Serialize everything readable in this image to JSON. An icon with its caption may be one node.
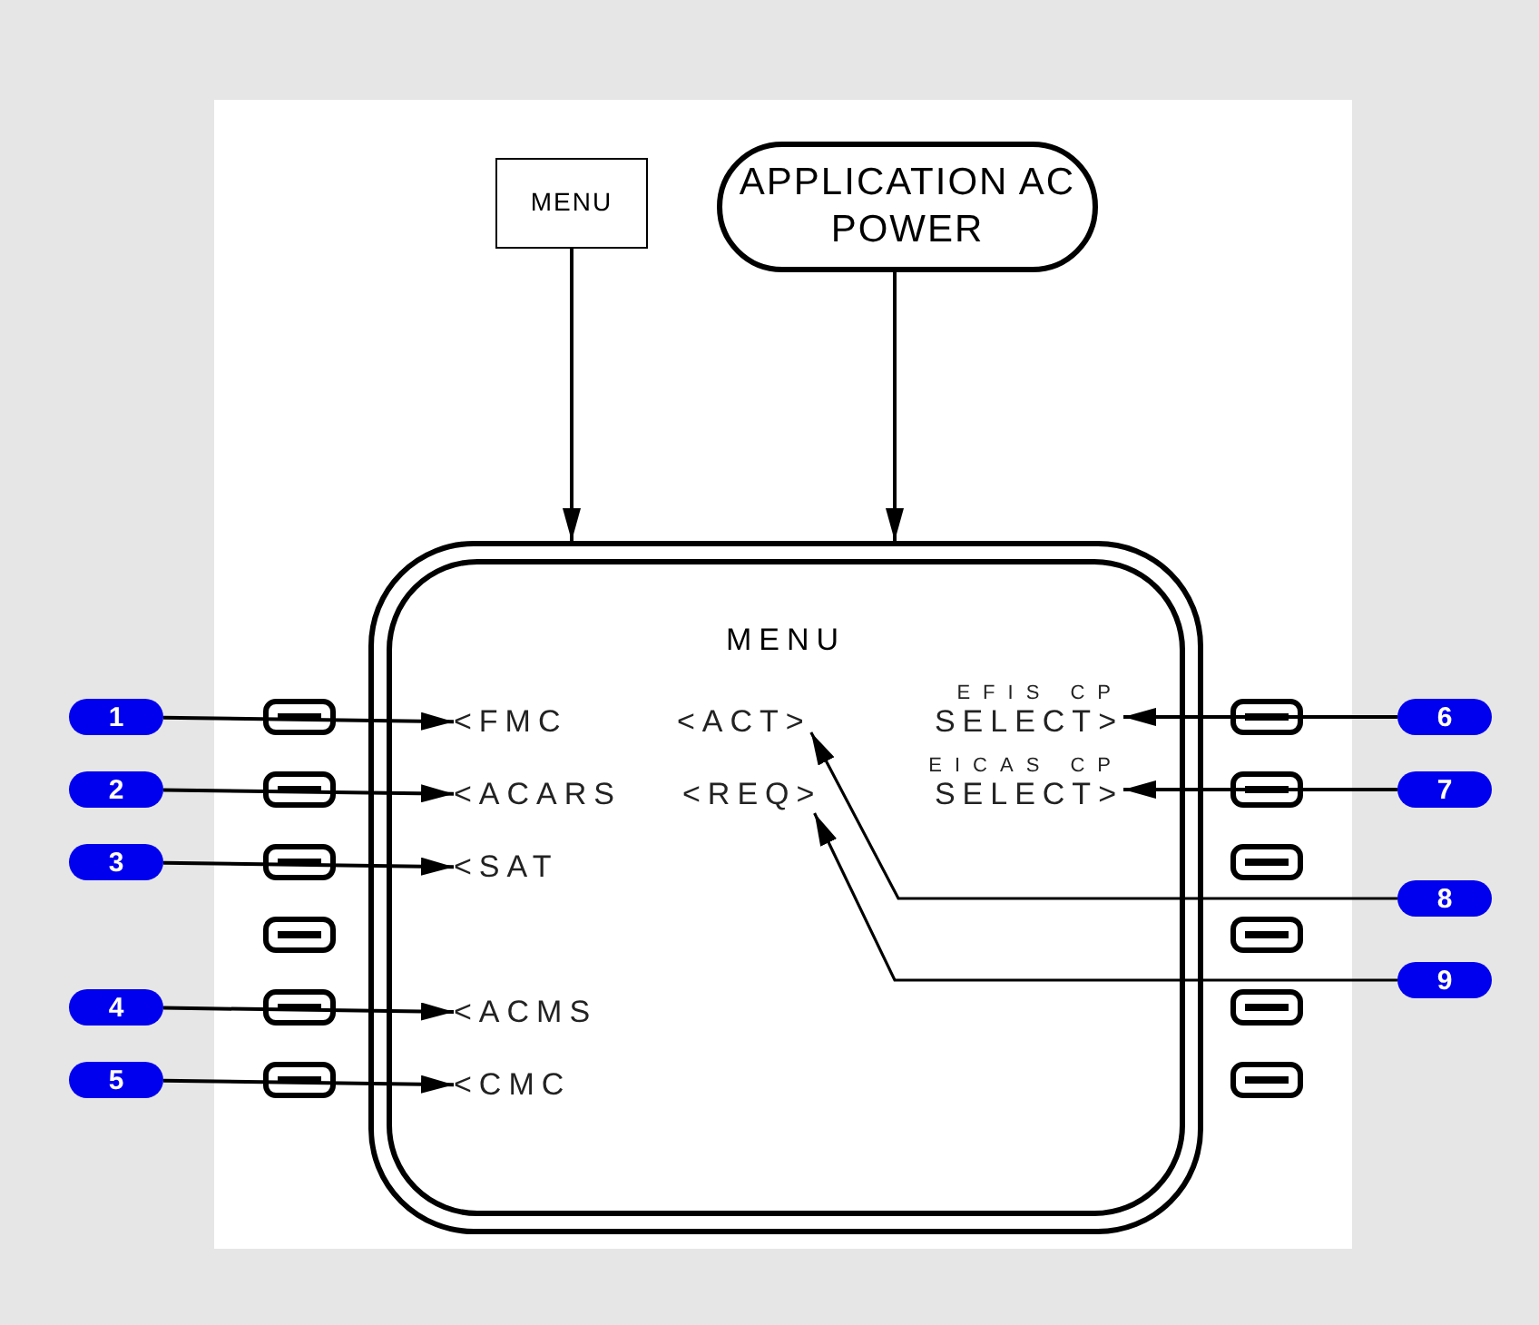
{
  "diagram": {
    "nodes": [
      {
        "text": [
          "MENU"
        ]
      },
      {
        "text": [
          "APPLICATION AC POWER"
        ]
      },
      {
        "text": [
          "MENU"
        ]
      },
      {
        "text": [
          "<FMC"
        ],
        "in": 2
      },
      {
        "text": [
          "<ACARS"
        ],
        "in": 2
      },
      {
        "text": [
          "<SAT"
        ],
        "in": 2
      },
      {
        "text": [
          "<ACMS"
        ],
        "in": 2
      },
      {
        "text": [
          "<CMC"
        ],
        "in": 2
      },
      {
        "text": [
          "<ACT>"
        ],
        "in": 2
      },
      {
        "text": [
          "<REQ>"
        ],
        "in": 2
      },
      {
        "text": [
          "EFIS CP",
          "SELECT>"
        ],
        "in": 2
      },
      {
        "text": [
          "EICAS CP",
          "SELECT>"
        ],
        "in": 2
      },
      {
        "text": [
          "1"
        ]
      },
      {
        "text": [
          "2"
        ]
      },
      {
        "text": [
          "3"
        ]
      },
      {
        "text": [
          "4"
        ]
      },
      {
        "text": [
          "5"
        ]
      },
      {
        "text": [
          "6"
        ]
      },
      {
        "text": [
          "7"
        ]
      },
      {
        "text": [
          "8"
        ]
      },
      {
        "text": [
          "9"
        ]
      }
    ],
    "edges": [
      {
        "from": 0,
        "to": 2,
        "arrow": "to"
      },
      {
        "from": 1,
        "to": 2,
        "arrow": "to"
      },
      {
        "from": 12,
        "to": 3,
        "arrow": "to"
      },
      {
        "from": 13,
        "to": 4,
        "arrow": "to"
      },
      {
        "from": 14,
        "to": 5,
        "arrow": "to"
      },
      {
        "from": 15,
        "to": 6,
        "arrow": "to"
      },
      {
        "from": 16,
        "to": 7,
        "arrow": "to"
      },
      {
        "from": 17,
        "to": 10,
        "arrow": "to"
      },
      {
        "from": 18,
        "to": 11,
        "arrow": "to"
      },
      {
        "from": 19,
        "to": 8,
        "arrow": "to"
      },
      {
        "from": 20,
        "to": 9,
        "arrow": "to"
      }
    ]
  }
}
